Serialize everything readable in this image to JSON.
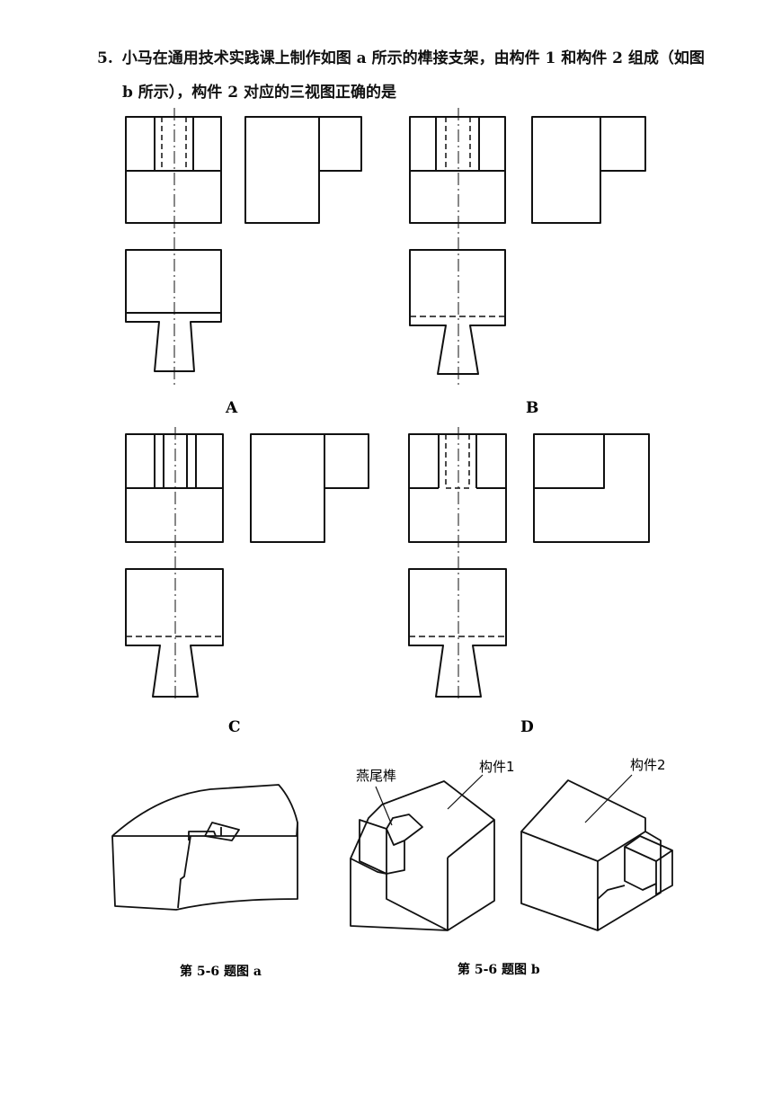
{
  "question": {
    "number": "5.",
    "line1": "小马在通用技术实践课上制作如图 a 所示的榫接支架，由构件 1 和构件 2 组成（如图",
    "line2": "b 所示），构件 2 对应的三视图正确的是"
  },
  "options": [
    "A",
    "B",
    "C",
    "D"
  ],
  "figure_labels": {
    "dovetail": "燕尾榫",
    "part1": "构件1",
    "part2": "构件2"
  },
  "captions": {
    "fig_a": "第 5-6 题图 a",
    "fig_b": "第 5-6 题图 b"
  }
}
